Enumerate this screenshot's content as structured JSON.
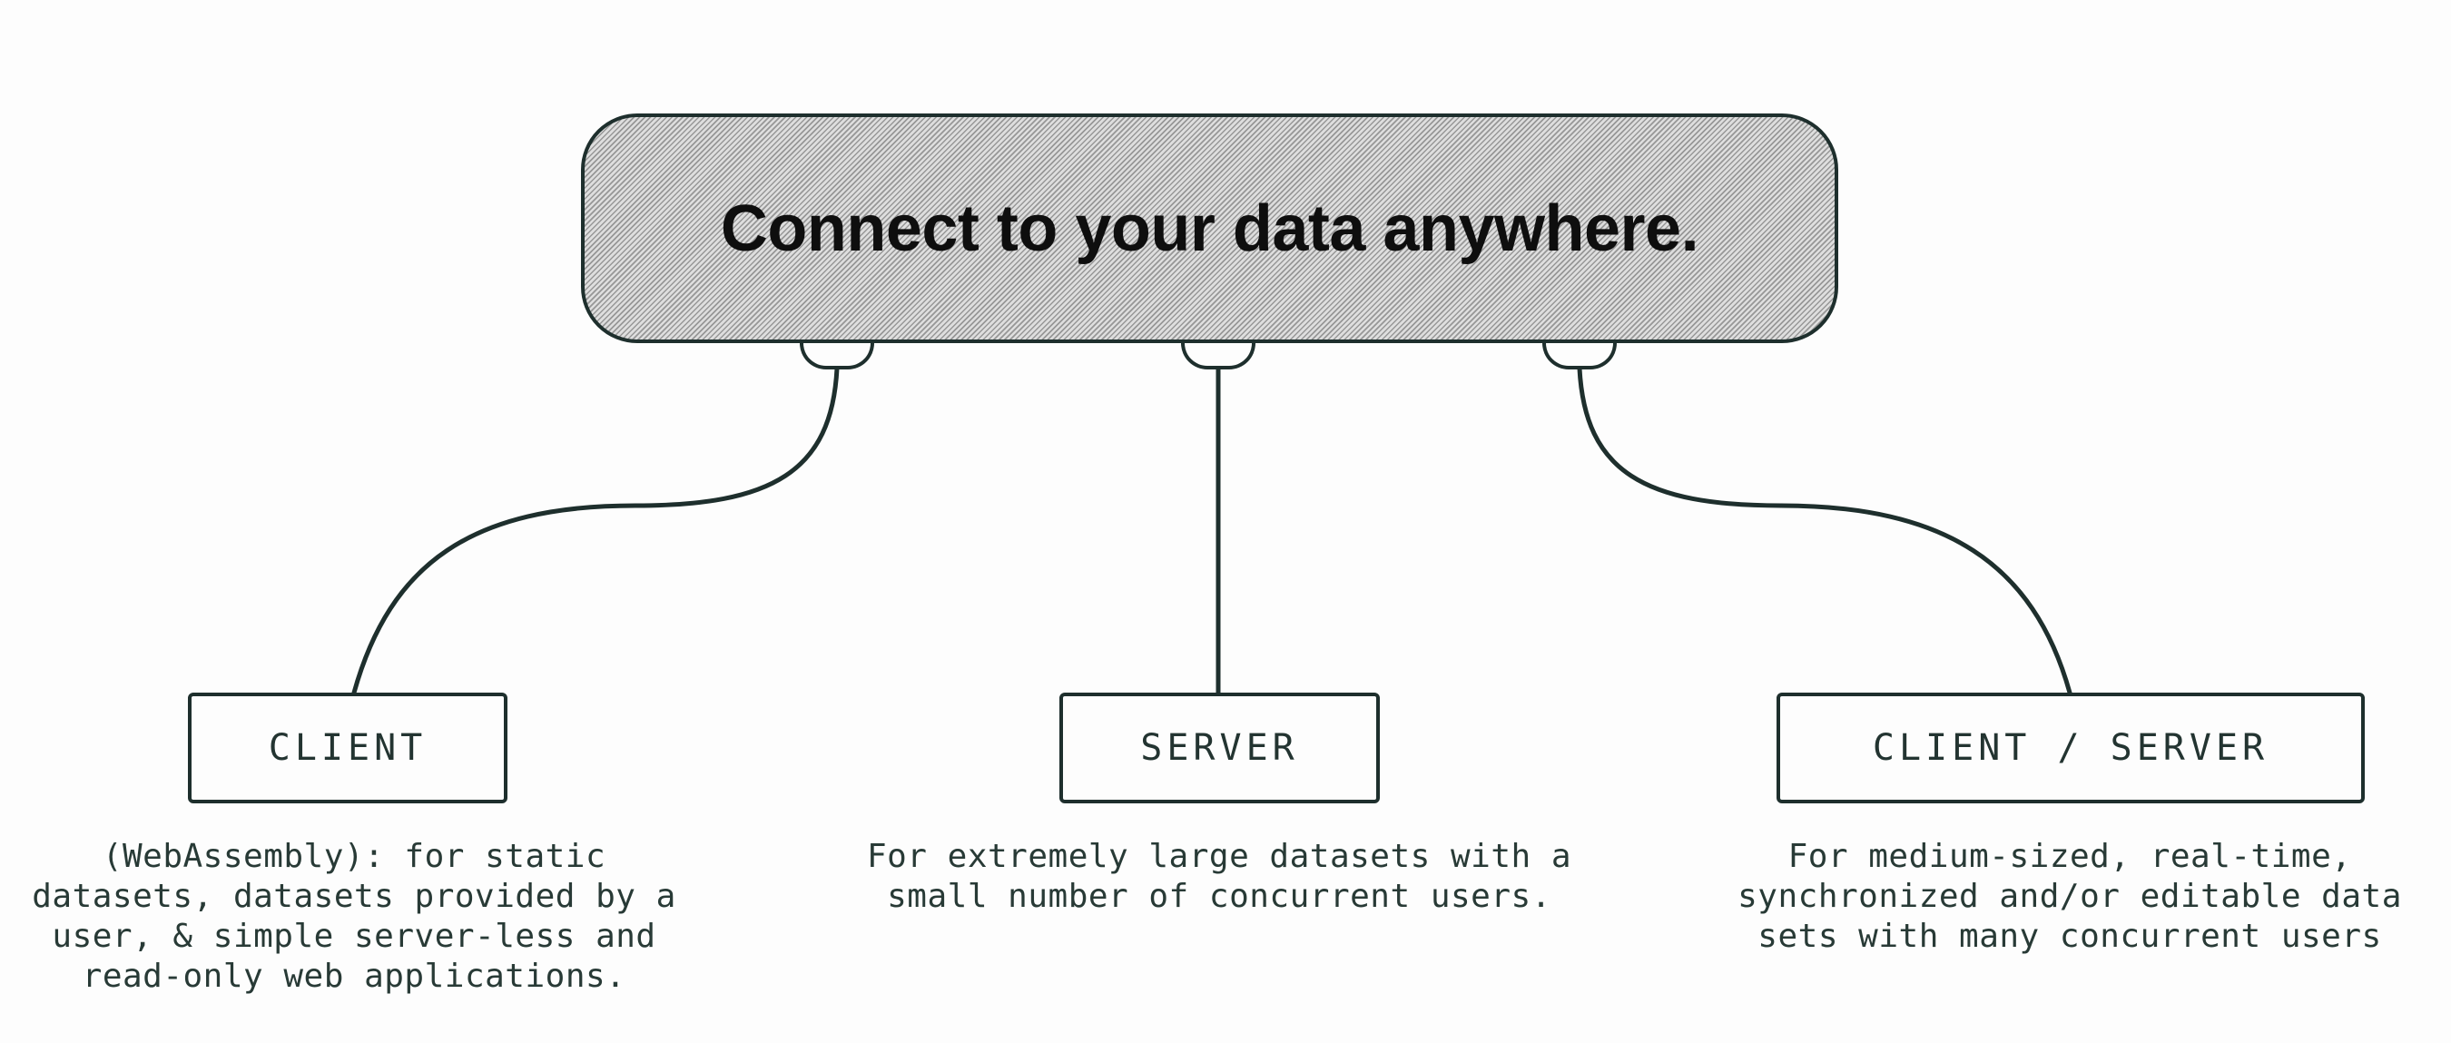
{
  "banner": {
    "title": "Connect to your data anywhere."
  },
  "nodes": [
    {
      "id": "client",
      "label": "CLIENT",
      "description": "(WebAssembly): for static\ndatasets, datasets provided by a\nuser, & simple server-less and\nread-only web applications."
    },
    {
      "id": "server",
      "label": "SERVER",
      "description": "For extremely large datasets with a\nsmall number of concurrent users."
    },
    {
      "id": "client-server",
      "label": "CLIENT / SERVER",
      "description": "For medium-sized, real-time,\nsynchronized and/or editable data\nsets with many concurrent users"
    }
  ],
  "colors": {
    "ink": "#1e2f2d",
    "text": "#283a36",
    "heading": "#0e0e0e",
    "banner_hatch_dark": "#979797",
    "banner_hatch_light": "#dedede",
    "background": "#fdfdfd"
  }
}
